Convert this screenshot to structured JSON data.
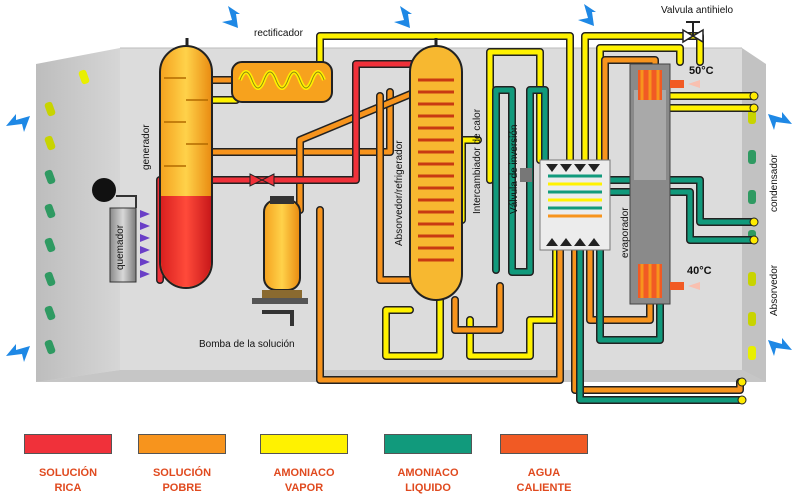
{
  "labels": {
    "rectificador": "rectificador",
    "valvula_antihielo": "Valvula antihielo",
    "generador": "generador",
    "quemador": "quemador",
    "absorvedor_refrigerador": "Absorvedor/refrigerador",
    "intercambiador_calor": "Intercambiador de calor",
    "valvula_inversion": "Válvula de inversión",
    "evaporador": "evaporador",
    "condensador": "condensador",
    "absorvedor": "Absorvedor",
    "bomba": "Bomba de la solución",
    "temp_hot": "50°C",
    "temp_cold": "40°C"
  },
  "legend": [
    {
      "label": "SOLUCIÓN\nRICA",
      "color": "#f0313a"
    },
    {
      "label": "SOLUCIÓN\nPOBRE",
      "color": "#f7941d"
    },
    {
      "label": "AMONIACO\nVAPOR",
      "color": "#fff200"
    },
    {
      "label": "AMONIACO\nLIQUIDO",
      "color": "#119a7c"
    },
    {
      "label": "AGUA\nCALIENTE",
      "color": "#f15a24"
    }
  ],
  "colors": {
    "rica": "#f0313a",
    "pobre": "#f7941d",
    "vapor": "#fff200",
    "liquido": "#119a7c",
    "agua": "#f15a24",
    "air_flow": "#1e88e5",
    "cabinet": "#d9d9d9"
  }
}
